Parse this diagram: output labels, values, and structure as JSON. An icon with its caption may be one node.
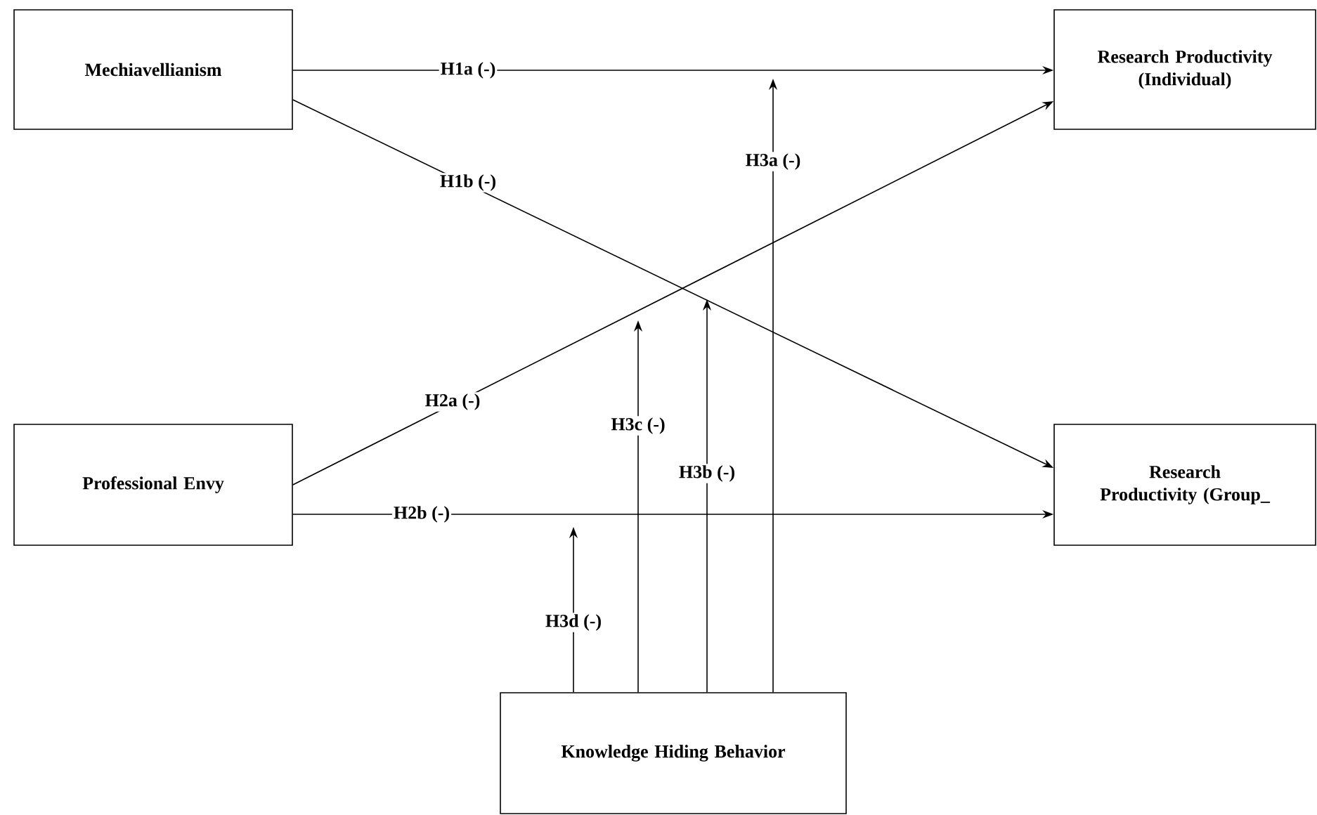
{
  "diagram": {
    "nodes": [
      {
        "text": [
          "Mechiavellianism"
        ]
      },
      {
        "text": [
          "Research Productivity (Individual)"
        ]
      },
      {
        "text": [
          "Professional Envy"
        ]
      },
      {
        "text": [
          "Research Productivity (Group_"
        ]
      },
      {
        "text": [
          "Knowledge Hiding Behavior"
        ]
      }
    ],
    "edges": [
      {
        "from": 0,
        "to": 1,
        "arrow": "to",
        "label": "H1a (-)"
      },
      {
        "from": 0,
        "to": 3,
        "arrow": "to",
        "label": "H1b (-)"
      },
      {
        "from": 2,
        "to": 1,
        "arrow": "to",
        "label": "H2a (-)"
      },
      {
        "from": 2,
        "to": 3,
        "arrow": "to",
        "label": "H2b (-)"
      },
      {
        "from": 4,
        "to": null,
        "arrow": "to",
        "label": "H3a (-)"
      },
      {
        "from": 4,
        "to": null,
        "arrow": "to",
        "label": "H3b (-)"
      },
      {
        "from": 4,
        "to": null,
        "arrow": "to",
        "label": "H3c (-)"
      },
      {
        "from": 4,
        "to": null,
        "arrow": "to",
        "label": "H3d (-)"
      }
    ]
  }
}
